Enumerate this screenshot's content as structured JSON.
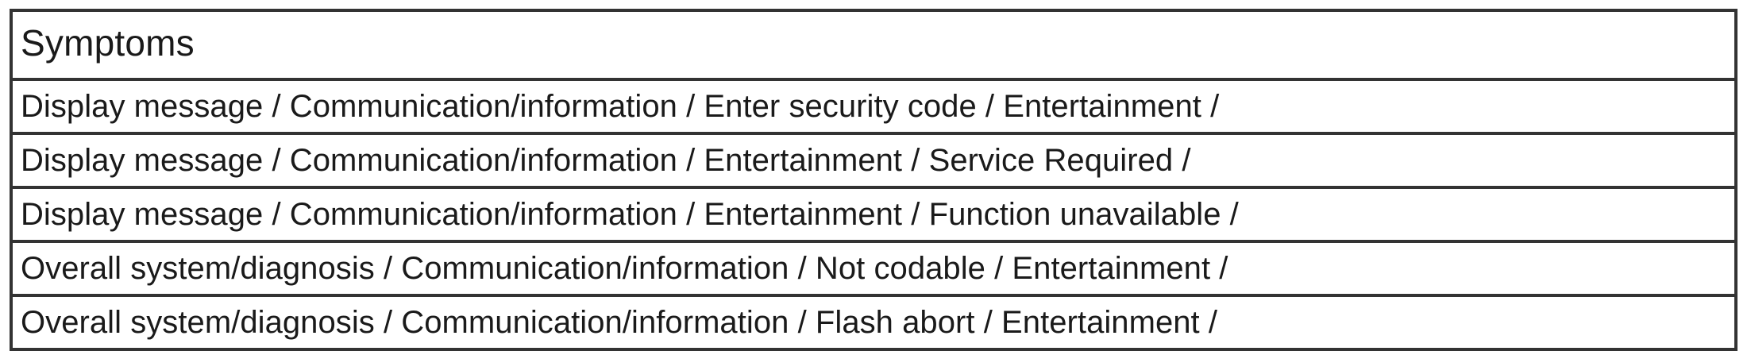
{
  "table": {
    "header": {
      "label": "Symptoms"
    },
    "rows": [
      {
        "text": "Display message / Communication/information / Enter security code / Entertainment /"
      },
      {
        "text": "Display message / Communication/information / Entertainment / Service Required /"
      },
      {
        "text": "Display message / Communication/information / Entertainment / Function unavailable /"
      },
      {
        "text": "Overall system/diagnosis / Communication/information / Not codable / Entertainment /"
      },
      {
        "text": "Overall system/diagnosis / Communication/information / Flash abort / Entertainment /"
      }
    ]
  },
  "style": {
    "border_color": "#333333",
    "text_color": "#1a1a1a",
    "background_color": "#ffffff"
  }
}
